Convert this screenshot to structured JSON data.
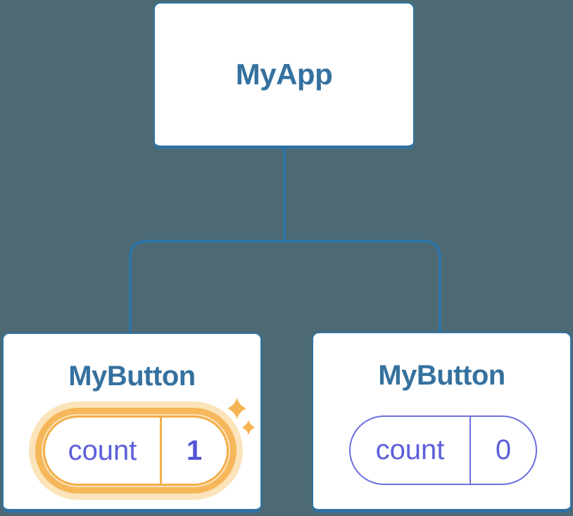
{
  "diagram": {
    "type": "component-tree",
    "root": {
      "label": "MyApp"
    },
    "children": [
      {
        "label": "MyButton",
        "state_key": "count",
        "state_value": "1",
        "highlighted": true,
        "highlight_meaning": "state just updated"
      },
      {
        "label": "MyButton",
        "state_key": "count",
        "state_value": "0",
        "highlighted": false
      }
    ]
  },
  "icons": {
    "state_updated": "sparkles-icon"
  },
  "colors": {
    "background": "#4D6A74",
    "connector_line": "#2E74A6",
    "card_border": "#2F72A4",
    "card_fill": "#FFFFFF",
    "title_text": "#35719F",
    "state_text": "#5C5FD9",
    "state_pill_border": "#6B6FDC",
    "highlight_orange": "#F6B75B",
    "highlight_cream": "#FBE3BA",
    "sparkle_orange": "#F5B452"
  }
}
